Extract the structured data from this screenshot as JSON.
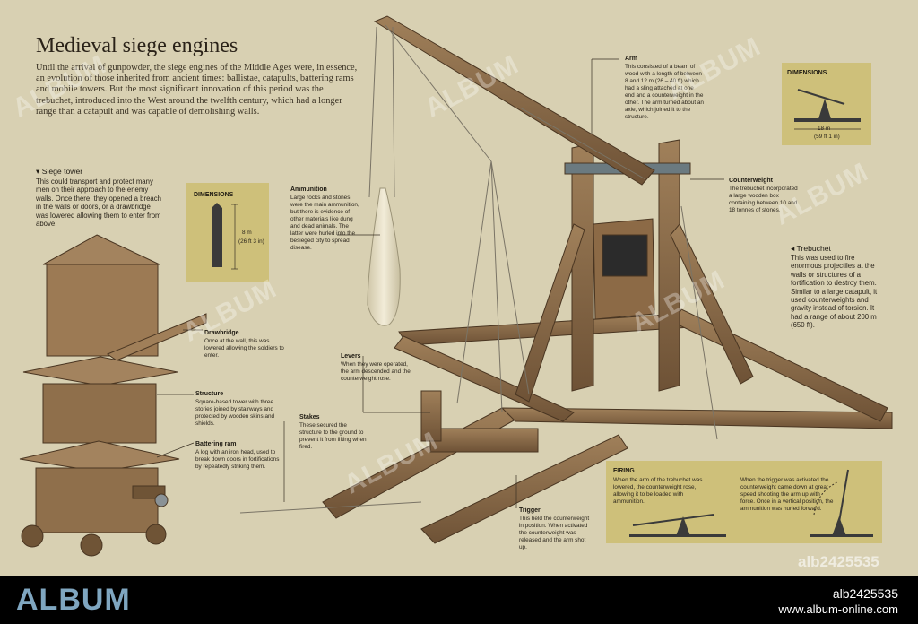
{
  "title": "Medieval siege engines",
  "intro": "Until the arrival of gunpowder, the siege engines of the Middle Ages were, in essence, an evolution of those inherited from ancient times: ballistae, catapults, battering rams and mobile towers. But the most significant innovation of this period was the trebuchet, introduced into the West around the twelfth century, which had a longer range than a catapult and was capable of demolishing walls.",
  "siege_tower": {
    "heading": "▾ Siege tower",
    "text": "This could transport and protect many men on their approach to the enemy walls. Once there, they opened a breach in the walls or doors, or a drawbridge was lowered allowing them to enter from above."
  },
  "tower_dimensions": {
    "heading": "DIMENSIONS",
    "height": "8 m",
    "height_ft": "(26 ft 3 in)"
  },
  "labels": {
    "drawbridge": {
      "title": "Drawbridge",
      "text": "Once at the wall, this was lowered allowing the soldiers to enter."
    },
    "structure": {
      "title": "Structure",
      "text": "Square-based tower with three stories joined by stairways and protected by wooden skins and shields."
    },
    "battering_ram": {
      "title": "Battering ram",
      "text": "A log with an iron head, used to break down doors in fortifications by repeatedly striking them."
    },
    "ammunition": {
      "title": "Ammunition",
      "text": "Large rocks and stones were the main ammunition, but there is evidence of other materials like dung and dead animals. The latter were hurled into the besieged city to spread disease."
    },
    "arm": {
      "title": "Arm",
      "text": "This consisted of a beam of wood with a length of between 8 and 12 m (26 – 40 ft) which had a sling attached at one end and a counterweight in the other. The arm turned about an axle, which joined it to the structure."
    },
    "counterweight": {
      "title": "Counterweight",
      "text": "The trebuchet incorporated a large wooden box containing between 10 and 18 tonnes of stones."
    },
    "levers": {
      "title": "Levers",
      "text": "When they were operated, the arm descended and the counterweight rose."
    },
    "stakes": {
      "title": "Stakes",
      "text": "These secured the structure to the ground to prevent it from lifting when fired."
    },
    "trigger": {
      "title": "Trigger",
      "text": "This held the counterweight in position. When activated the counterweight was released and the arm shot up."
    }
  },
  "trebuchet": {
    "heading": "◂ Trebuchet",
    "text": "This was used to fire enormous projectiles at the walls or structures of a fortification to destroy them. Similar to a large catapult, it used counterweights and gravity instead of torsion. It had a range of about 200 m (650 ft)."
  },
  "treb_dimensions": {
    "heading": "DIMENSIONS",
    "length": "18 m",
    "length_ft": "(59 ft 1 in)"
  },
  "firing": {
    "heading": "FIRING",
    "text1": "When the arm of the trebuchet was lowered, the counterweight rose, allowing it to be loaded with ammunition.",
    "text2": "When the trigger was activated the counterweight came down at great speed shooting the arm up with force. Once in a vertical position, the ammunition was hurled forward."
  },
  "watermark": "ALBUM",
  "stamp_id": "alb2425535",
  "footer": {
    "logo": "ALBUM",
    "id": "alb2425535",
    "url": "www.album-online.com"
  },
  "colors": {
    "background": "#d8d0b2",
    "panel": "#cec07a",
    "wood": "#8a6a48",
    "footer": "#000000",
    "logo": "#7fa6c0"
  }
}
